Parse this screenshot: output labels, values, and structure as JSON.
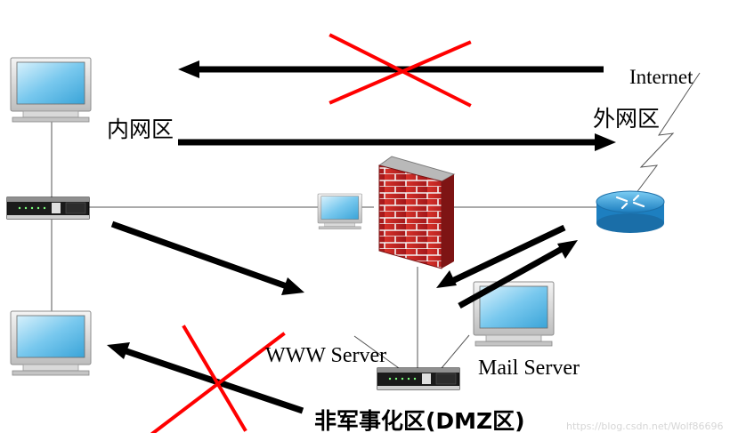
{
  "labels": {
    "internal_zone": "内网区",
    "external_zone": "外网区",
    "internet": "Internet",
    "www_server": "WWW Server",
    "mail_server": "Mail Server",
    "dmz_zone": "非军事化区(DMZ区)",
    "watermark": "https://blog.csdn.net/Wolf86696"
  },
  "colors": {
    "arrow": "#000000",
    "forbidden_cross": "#ff0000",
    "brick": "#c8211f",
    "router": "#2a9ad8",
    "screen": "#78c8ee"
  },
  "icons": [
    "monitor-icon",
    "switch-icon",
    "firewall-icon",
    "router-icon"
  ]
}
